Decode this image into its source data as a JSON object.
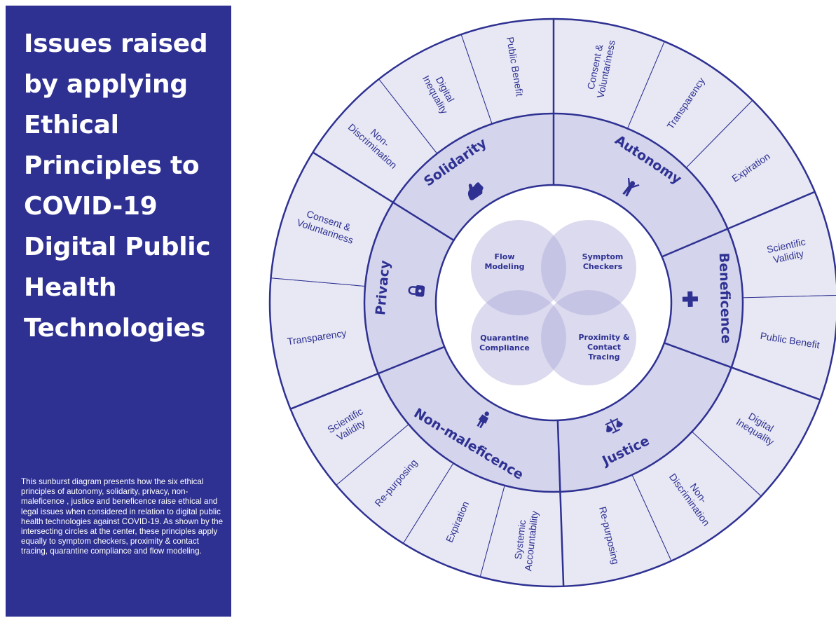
{
  "title": "Issues raised\nby applying\nEthical\nPrinciples to\nCOVID-19\nDigital Public\nHealth\nTechnologies",
  "description": "This sunburst diagram presents how the six ethical principles of autonomy, solidarity, privacy, non-maleficence , justice and beneficence raise ethical and legal issues when considered in relation to digital public health technologies against COVID-19. As shown by the intersecting circles at the center, these principles apply equally to symptom checkers, proximity & contact tracing, quarantine compliance and flow modeling.",
  "colors": {
    "navy": "#2e3192",
    "outer_ring": "#e8e8f4",
    "inner_ring": "#d4d4ec",
    "venn": "#a9a8d6"
  },
  "principles": [
    {
      "name": "Autonomy",
      "icon": "person-arms-up-icon",
      "issues": [
        "Consent &\nVoluntariness",
        "Transparency",
        "Expiration"
      ]
    },
    {
      "name": "Beneficence",
      "icon": "cross-plus-icon",
      "issues": [
        "Scientific\nValidity",
        "Public Benefit"
      ]
    },
    {
      "name": "Justice",
      "icon": "scales-icon",
      "issues": [
        "Digital\nInequality",
        "Non-\nDiscrimination",
        "Re-purposing"
      ]
    },
    {
      "name": "Non-maleficence",
      "icon": "person-standing-icon",
      "issues": [
        "Systemic\nAccountability",
        "Expiration",
        "Re-purposing",
        "Scientific\nValidity"
      ]
    },
    {
      "name": "Privacy",
      "icon": "padlock-icon",
      "issues": [
        "Transparency",
        "Consent &\nVoluntariness"
      ]
    },
    {
      "name": "Solidarity",
      "icon": "helping-hand-icon",
      "issues": [
        "Non-\nDiscrimination",
        "Digital\nInequality",
        "Public  Benefit"
      ]
    }
  ],
  "technologies": [
    "Flow\nModeling",
    "Symptom\nCheckers",
    "Quarantine\nCompliance",
    "Proximity &\nContact\nTracing"
  ]
}
